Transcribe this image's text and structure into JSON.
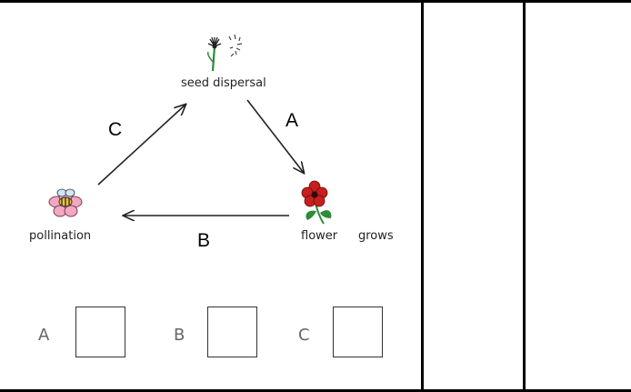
{
  "diagram": {
    "stages": {
      "top": "seed dispersal",
      "left": "pollination",
      "right_a": "flower",
      "right_b": "grows"
    },
    "arrow_labels": {
      "a": "A",
      "b": "B",
      "c": "C"
    },
    "answer_boxes": [
      {
        "label": "A",
        "value": ""
      },
      {
        "label": "B",
        "value": ""
      },
      {
        "label": "C",
        "value": ""
      }
    ],
    "icons": [
      "dandelion-icon",
      "bee-on-flower-icon",
      "red-flower-icon"
    ],
    "colors": {
      "petal_red": "#c81e1e",
      "bee_flower_pink": "#f3a7c2",
      "stem_green": "#2e8b3a"
    }
  }
}
